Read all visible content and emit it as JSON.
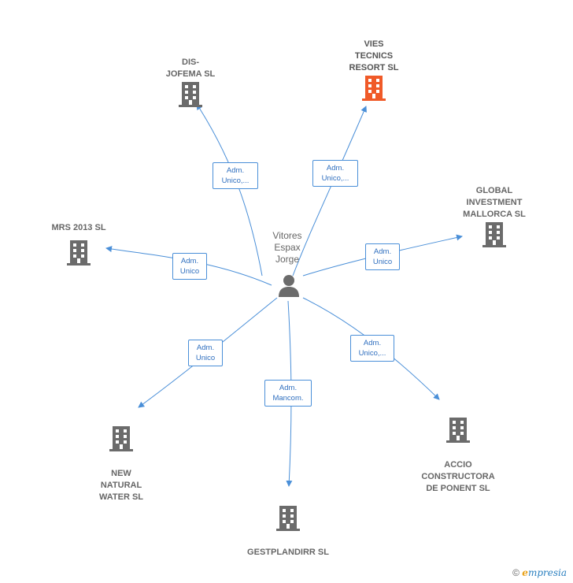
{
  "center": {
    "name": "Vitores\nEspax\nJorge",
    "icon": "person-icon"
  },
  "companies": [
    {
      "id": "dis-jofema",
      "name": "DIS-\nJOFEMA SL",
      "highlight": false
    },
    {
      "id": "vies-tecnics",
      "name": "VIES\nTECNICS\nRESORT SL",
      "highlight": true
    },
    {
      "id": "global-investment",
      "name": "GLOBAL\nINVESTMENT\nMALLORCA SL",
      "highlight": false
    },
    {
      "id": "mrs-2013",
      "name": "MRS 2013 SL",
      "highlight": false
    },
    {
      "id": "new-natural-water",
      "name": "NEW\nNATURAL\nWATER SL",
      "highlight": false
    },
    {
      "id": "gestplandirr",
      "name": "GESTPLANDIRR SL",
      "highlight": false
    },
    {
      "id": "accio-constructora",
      "name": "ACCIO\nCONSTRUCTORA\nDE PONENT SL",
      "highlight": false
    }
  ],
  "relations": [
    {
      "target": "dis-jofema",
      "label": "Adm.\nUnico,..."
    },
    {
      "target": "vies-tecnics",
      "label": "Adm.\nUnico,..."
    },
    {
      "target": "global-investment",
      "label": "Adm.\nUnico"
    },
    {
      "target": "mrs-2013",
      "label": "Adm.\nUnico"
    },
    {
      "target": "new-natural-water",
      "label": "Adm.\nUnico"
    },
    {
      "target": "gestplandirr",
      "label": "Adm.\nMancom."
    },
    {
      "target": "accio-constructora",
      "label": "Adm.\nUnico,..."
    }
  ],
  "colors": {
    "edge": "#4a8fd8",
    "building": "#6b6b6b",
    "building_highlight": "#f05a28"
  },
  "footer": {
    "copyright": "©",
    "brand": "mpresia",
    "brand_initial": "e"
  }
}
